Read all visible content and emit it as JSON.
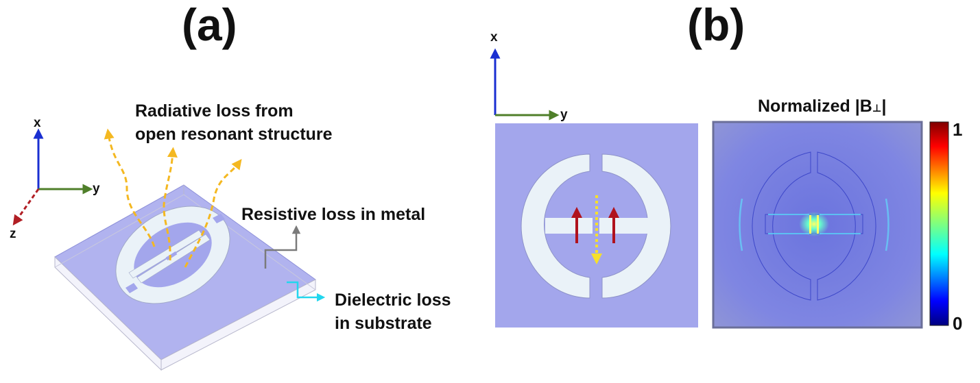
{
  "panel_a": {
    "label": "(a)",
    "axes": {
      "x": "x",
      "y": "y",
      "z": "z"
    },
    "annotations": {
      "radiative_line1": "Radiative loss from",
      "radiative_line2": "open resonant structure",
      "resistive": "Resistive loss in metal",
      "dielectric_line1": "Dielectric loss",
      "dielectric_line2": "in substrate"
    }
  },
  "panel_b": {
    "label": "(b)",
    "axes": {
      "x": "x",
      "y": "y"
    },
    "field_title_prefix": "Normalized |B",
    "field_title_subscript": "⊥",
    "field_title_suffix": "|",
    "colorbar": {
      "max": "1",
      "min": "0",
      "colormap": "jet"
    }
  },
  "colors": {
    "substrate": "#a3a6ec",
    "metal": "#eaf2f8",
    "radiative_arrows": "#f4b821",
    "x_axis": "#1a2fd1",
    "y_axis": "#4f7f2a",
    "z_axis": "#b11e24",
    "resistive_arrow": "#7a7a7a",
    "dielectric_arrow": "#22d6ee",
    "current_arrows": "#b0121d",
    "field_arrow": "#f6e02a",
    "field_background": "#7f86e2"
  }
}
